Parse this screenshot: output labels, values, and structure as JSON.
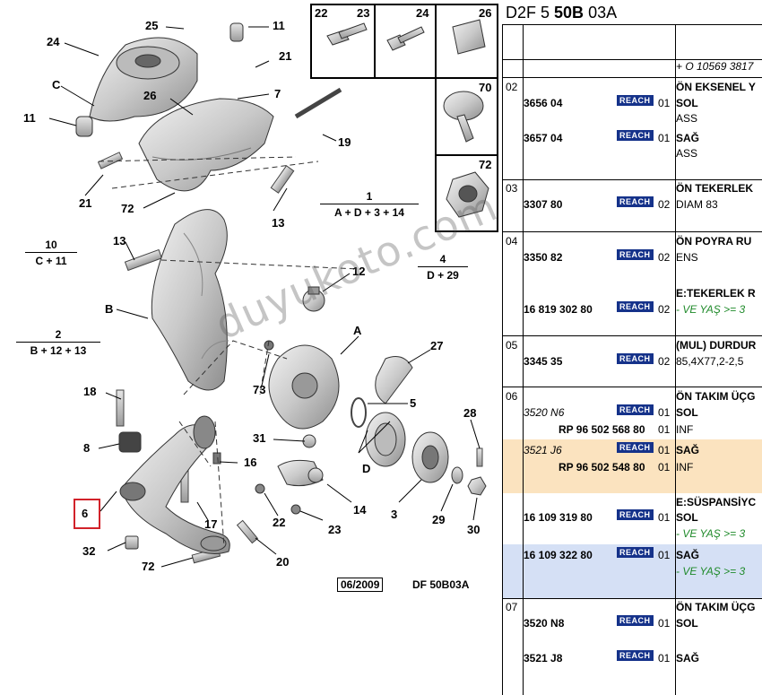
{
  "diagram": {
    "callouts": {
      "c25": "25",
      "c11a": "11",
      "c24": "24",
      "c21a": "21",
      "cC": "C",
      "c26": "26",
      "c7": "7",
      "c11b": "11",
      "c19": "19",
      "c21b": "21",
      "c72a": "72",
      "c13a": "13",
      "c13b": "13",
      "cB": "B",
      "c12": "12",
      "cA": "A",
      "c27": "27",
      "c73": "73",
      "c5": "5",
      "c18": "18",
      "c28": "28",
      "c8": "8",
      "c31": "31",
      "c16": "16",
      "cD": "D",
      "c6": "6",
      "c17": "17",
      "c22": "22",
      "c14": "14",
      "c23": "23",
      "c3": "3",
      "c29": "29",
      "c30": "30",
      "c32": "32",
      "c72b": "72",
      "c20": "20"
    },
    "boxes": {
      "b22": "22",
      "b23": "23",
      "b24": "24",
      "b26": "26",
      "b70": "70",
      "b72": "72"
    },
    "formulas": [
      {
        "top": "1",
        "bottom": "A + D + 3 + 14"
      },
      {
        "top": "10",
        "bottom": "C + 11"
      },
      {
        "top": "4",
        "bottom": "D + 29"
      },
      {
        "top": "2",
        "bottom": "B + 12 + 13"
      }
    ],
    "watermark": "duyukoto.com",
    "footer_date": "06/2009",
    "footer_ref": "DF 50B03A"
  },
  "table": {
    "header": {
      "prefix": "D2F 5 ",
      "bold": "50B",
      "suffix": " 03A"
    },
    "note": "+ O 10569 3817",
    "reach_label": "REACH",
    "rows": [
      {
        "group": "02",
        "items": [
          {
            "pn": "3656 04",
            "qty": "01",
            "desc": [
              "ÖN EKSENEL Y",
              "SOL",
              "ASS"
            ]
          },
          {
            "pn": "3657 04",
            "qty": "01",
            "desc": [
              "SAĞ",
              "ASS"
            ]
          }
        ]
      },
      {
        "group": "03",
        "items": [
          {
            "pn": "3307 80",
            "qty": "02",
            "desc": [
              "ÖN TEKERLEK",
              "DIAM 83"
            ]
          }
        ]
      },
      {
        "group": "04",
        "items": [
          {
            "pn": "3350 82",
            "qty": "02",
            "desc": [
              "ÖN POYRA RU",
              "ENS"
            ]
          },
          {
            "pn": "16 819 302 80",
            "qty": "02",
            "desc": [
              "E:TEKERLEK R",
              "- VE YAŞ >= 3"
            ]
          }
        ]
      },
      {
        "group": "05",
        "items": [
          {
            "pn": "3345 35",
            "qty": "02",
            "desc": [
              "(MUL) DURDUR",
              "85,4X77,2-2,5"
            ]
          }
        ]
      },
      {
        "group": "06",
        "items": [
          {
            "pn": "3520 N6",
            "qty": "01",
            "desc": [
              "ÖN TAKIM ÜÇG",
              "SOL"
            ]
          },
          {
            "pn": "RP 96 502 568 80",
            "qty": "01",
            "desc": [
              "INF"
            ]
          },
          {
            "pn": "3521 J6",
            "qty": "01",
            "desc": [
              "SAĞ"
            ]
          },
          {
            "pn": "RP 96 502 548 80",
            "qty": "01",
            "desc": [
              "INF"
            ]
          },
          {
            "pn": "16 109 319 80",
            "qty": "01",
            "desc": [
              "E:SÜSPANSİYC",
              "SOL",
              "- VE YAŞ >= 3"
            ]
          },
          {
            "pn": "16 109 322 80",
            "qty": "01",
            "desc": [
              "SAĞ",
              "- VE YAŞ >= 3"
            ]
          }
        ]
      },
      {
        "group": "07",
        "items": [
          {
            "pn": "3520 N8",
            "qty": "01",
            "desc": [
              "ÖN TAKIM ÜÇG",
              "SOL"
            ]
          },
          {
            "pn": "3521 J8",
            "qty": "01",
            "desc": [
              "SAĞ"
            ]
          }
        ]
      }
    ]
  },
  "colors": {
    "reach_badge": "#15328a",
    "highlight_orange": "#fbe3bf",
    "highlight_blue": "#d5e0f5",
    "green_text": "#1f8a2a",
    "selection_red": "#d2222a"
  }
}
